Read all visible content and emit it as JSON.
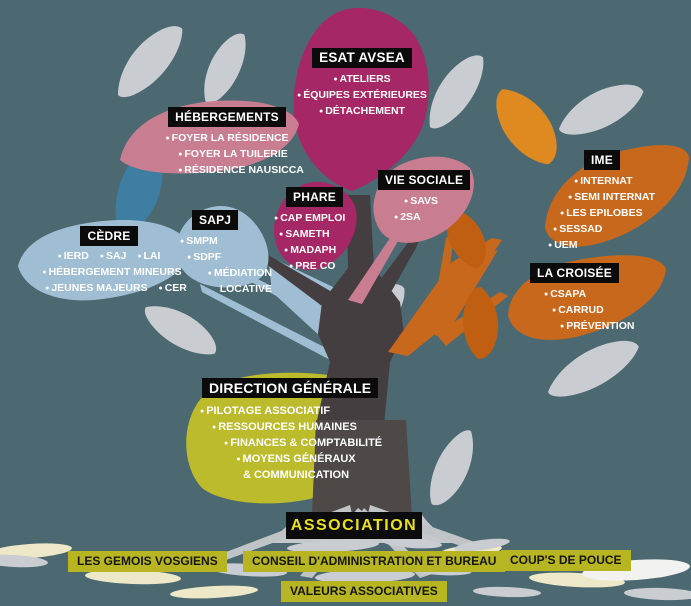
{
  "title": "Organigramme de l'association (arbre)",
  "colors": {
    "background": "#4C6971",
    "magenta": "#A62765",
    "rose": "#C87E90",
    "light_blue": "#9FBDD3",
    "steel_blue": "#3E7EA2",
    "orange": "#C8681C",
    "orange_light": "#DE8A20",
    "orange_dark": "#C05E12",
    "yellow_green": "#BCBB2C",
    "band_green": "#B7B622",
    "leaf_gray": "#C9CDD2",
    "leaf_cream": "#EDE9C8",
    "leaf_white": "#F2F2F0",
    "trunk": "#443E41",
    "association_text": "#E8E01F",
    "header_bg": "#0b0b0b"
  },
  "units": {
    "esat_avsea": {
      "title": "ESAT AVSEA",
      "items": [
        "ATELIERS",
        "ÉQUIPES EXTÉRIEURES",
        "DÉTACHEMENT"
      ]
    },
    "hebergements": {
      "title": "HÉBERGEMENTS",
      "items": [
        "FOYER LA RÉSIDENCE",
        "FOYER LA TUILERIE",
        "RÉSIDENCE NAUSICCA"
      ]
    },
    "vie_sociale": {
      "title": "VIE SOCIALE",
      "items": [
        "SAVS",
        "2SA"
      ]
    },
    "ime": {
      "title": "IME",
      "items": [
        "INTERNAT",
        "SEMI INTERNAT",
        "LES EPILOBES",
        "SESSAD",
        "UEM"
      ]
    },
    "phare": {
      "title": "PHARE",
      "items": [
        "CAP EMPLOI",
        "SAMETH",
        "MADAPH",
        "PRE CO"
      ]
    },
    "sapj": {
      "title": "SAPJ",
      "items": [
        "SMPM",
        "SDPF",
        "MÉDIATION LOCATIVE"
      ]
    },
    "cedre": {
      "title": "CÈDRE",
      "items": [
        "IERD",
        "SAJ",
        "LAI",
        "HÉBERGEMENT MINEURS",
        "JEUNES MAJEURS",
        "CER"
      ]
    },
    "la_croisee": {
      "title": "LA CROISÉE",
      "items": [
        "CSAPA",
        "CARRUD",
        "PRÉVENTION"
      ]
    },
    "direction_generale": {
      "title": "DIRECTION GÉNÉRALE",
      "items": [
        "PILOTAGE ASSOCIATIF",
        "RESSOURCES HUMAINES",
        "FINANCES & COMPTABILITÉ",
        "MOYENS GÉNÉRAUX & COMMUNICATION"
      ]
    }
  },
  "association": {
    "label": "ASSOCIATION"
  },
  "ground_labels": {
    "gemois": "LES GEMOIS VOSGIENS",
    "conseil": "CONSEIL D'ADMINISTRATION ET BUREAU",
    "coups": "COUP'S DE POUCE",
    "valeurs": "VALEURS ASSOCIATIVES"
  }
}
